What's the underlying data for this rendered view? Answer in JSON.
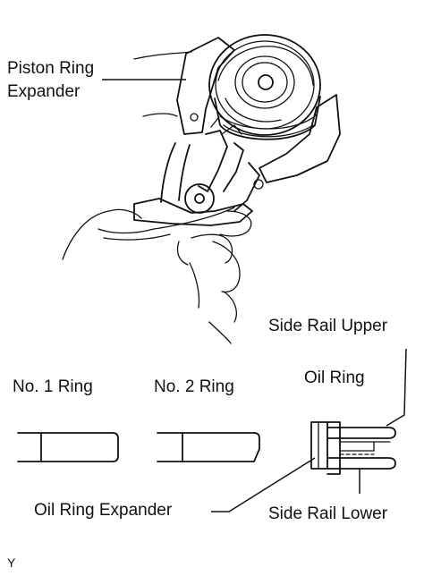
{
  "labels": {
    "piston_ring_expander_line1": "Piston Ring",
    "piston_ring_expander_line2": "Expander",
    "side_rail_upper": "Side Rail Upper",
    "oil_ring": "Oil Ring",
    "no1_ring": "No. 1 Ring",
    "no2_ring": "No. 2 Ring",
    "oil_ring_expander": "Oil Ring Expander",
    "side_rail_lower": "Side Rail Lower",
    "corner_mark": "Y"
  }
}
